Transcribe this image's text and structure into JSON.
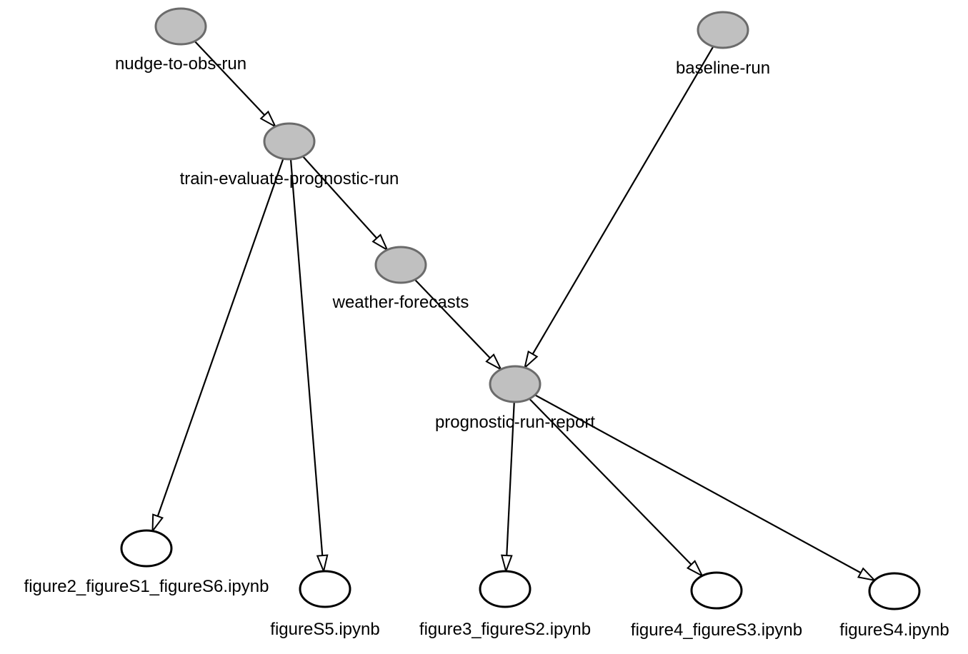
{
  "graph": {
    "node_colors": {
      "process_fill": "#c0c0c0",
      "process_stroke": "#6b6b6b",
      "file_fill": "#ffffff",
      "file_stroke": "#000000"
    },
    "nodes": [
      {
        "id": "nudge",
        "label": "nudge-to-obs-run",
        "kind": "process"
      },
      {
        "id": "baseline",
        "label": "baseline-run",
        "kind": "process"
      },
      {
        "id": "train",
        "label": "train-evaluate-prognostic-run",
        "kind": "process"
      },
      {
        "id": "weather",
        "label": "weather-forecasts",
        "kind": "process"
      },
      {
        "id": "report",
        "label": "prognostic-run-report",
        "kind": "process"
      },
      {
        "id": "f2",
        "label": "figure2_figureS1_figureS6.ipynb",
        "kind": "file"
      },
      {
        "id": "fS5",
        "label": "figureS5.ipynb",
        "kind": "file"
      },
      {
        "id": "f3",
        "label": "figure3_figureS2.ipynb",
        "kind": "file"
      },
      {
        "id": "f4",
        "label": "figure4_figureS3.ipynb",
        "kind": "file"
      },
      {
        "id": "fS4",
        "label": "figureS4.ipynb",
        "kind": "file"
      }
    ],
    "edges": [
      {
        "from": "nudge",
        "to": "train"
      },
      {
        "from": "train",
        "to": "weather"
      },
      {
        "from": "train",
        "to": "f2"
      },
      {
        "from": "train",
        "to": "fS5"
      },
      {
        "from": "baseline",
        "to": "report"
      },
      {
        "from": "weather",
        "to": "report"
      },
      {
        "from": "report",
        "to": "f3"
      },
      {
        "from": "report",
        "to": "f4"
      },
      {
        "from": "report",
        "to": "fS4"
      }
    ]
  }
}
